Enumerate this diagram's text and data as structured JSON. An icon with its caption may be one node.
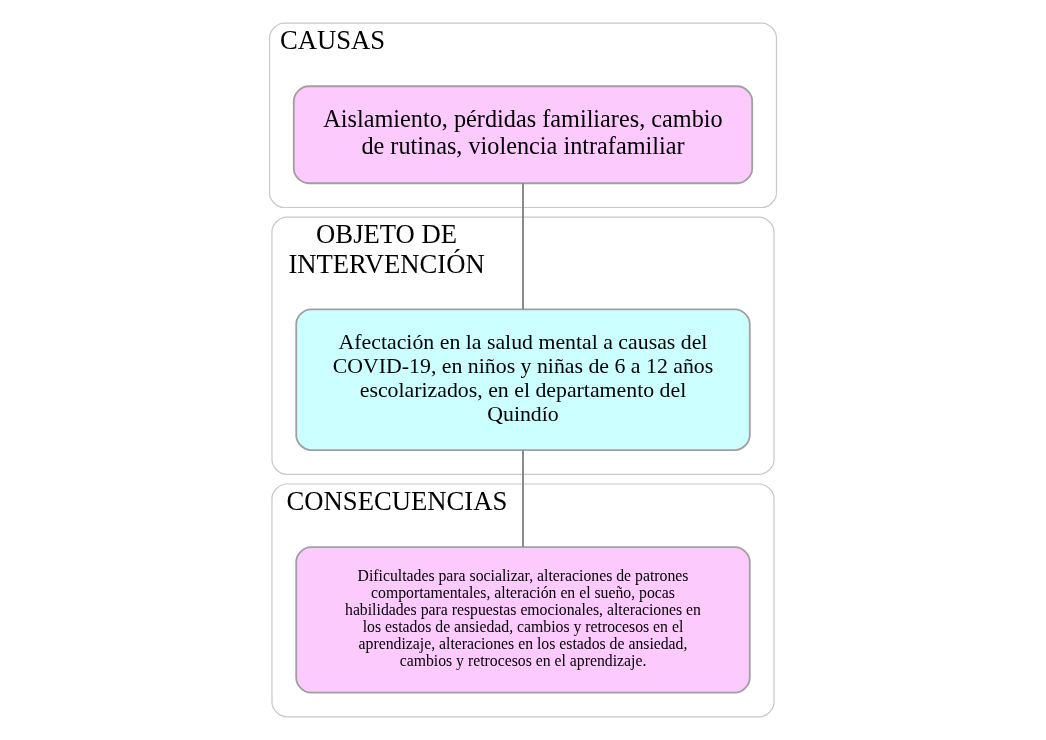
{
  "diagram": {
    "nodes": [
      {
        "text": [
          "CAUSAS"
        ]
      },
      {
        "text": [
          "Aislamiento, pérdidas familiares, cambio de rutinas, violencia intrafamiliar"
        ],
        "in": 0
      },
      {
        "text": [
          "OBJETO DE INTERVENCIÓN"
        ]
      },
      {
        "text": [
          "Afectación en la salud mental a causas del COVID-19, en niños y niñas de 6 a 12 años escolarizados, en el departamento del Quindío"
        ],
        "in": 2
      },
      {
        "text": [
          "CONSECUENCIAS"
        ]
      },
      {
        "text": [
          "Dificultades para socializar, alteraciones de patrones comportamentales, alteración en el sueño, pocas habilidades para respuestas emocionales, alteraciones en los estados de ansiedad, cambios y retrocesos en el aprendizaje, alteraciones en los estados de ansiedad, cambios y retrocesos en el aprendizaje."
        ],
        "in": 4
      }
    ],
    "edges": [
      {
        "from": 1,
        "to": 3,
        "arrow": "none"
      },
      {
        "from": 3,
        "to": 5,
        "arrow": "none"
      }
    ]
  }
}
